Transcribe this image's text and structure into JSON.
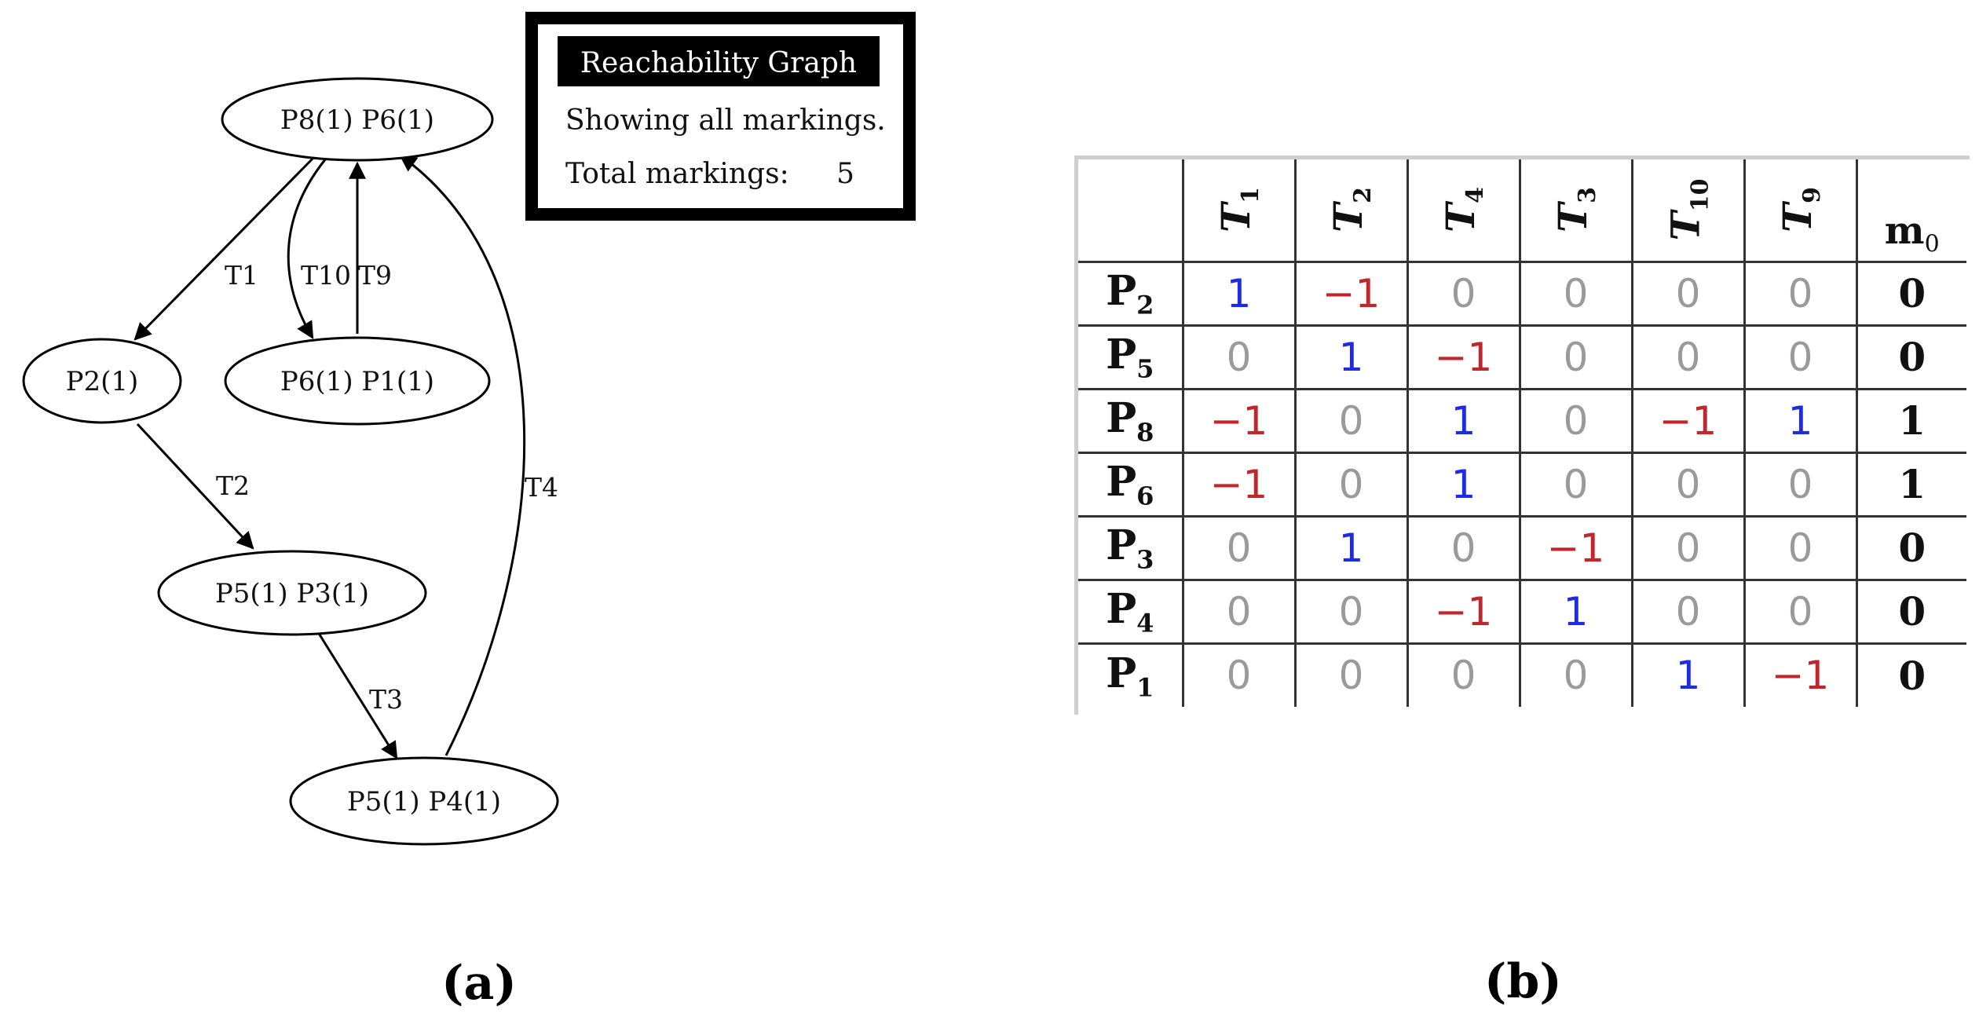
{
  "panel_a": {
    "label": "(a)",
    "info_box": {
      "title": "Reachability Graph",
      "showing": "Showing all markings.",
      "total_label": "Total markings:",
      "total_value": "5"
    },
    "nodes": [
      {
        "id": "n1",
        "label": "P8(1) P6(1)"
      },
      {
        "id": "n2",
        "label": "P2(1)"
      },
      {
        "id": "n3",
        "label": "P6(1) P1(1)"
      },
      {
        "id": "n4",
        "label": "P5(1) P3(1)"
      },
      {
        "id": "n5",
        "label": "P5(1) P4(1)"
      }
    ],
    "edges": [
      {
        "from": "n1",
        "to": "n2",
        "label": "T1"
      },
      {
        "from": "n1",
        "to": "n3",
        "label": "T10"
      },
      {
        "from": "n3",
        "to": "n1",
        "label": "T9"
      },
      {
        "from": "n2",
        "to": "n4",
        "label": "T2"
      },
      {
        "from": "n4",
        "to": "n5",
        "label": "T3"
      },
      {
        "from": "n5",
        "to": "n1",
        "label": "T4"
      }
    ]
  },
  "panel_b": {
    "label": "(b)",
    "columns": [
      {
        "base": "T",
        "sub": "1"
      },
      {
        "base": "T",
        "sub": "2"
      },
      {
        "base": "T",
        "sub": "4"
      },
      {
        "base": "T",
        "sub": "3"
      },
      {
        "base": "T",
        "sub": "10"
      },
      {
        "base": "T",
        "sub": "9"
      }
    ],
    "marking_header": {
      "base": "m",
      "sub": "0"
    },
    "rows": [
      {
        "place": {
          "base": "P",
          "sub": "2"
        },
        "values": [
          "1",
          "−1",
          "0",
          "0",
          "0",
          "0"
        ],
        "m0": "0"
      },
      {
        "place": {
          "base": "P",
          "sub": "5"
        },
        "values": [
          "0",
          "1",
          "−1",
          "0",
          "0",
          "0"
        ],
        "m0": "0"
      },
      {
        "place": {
          "base": "P",
          "sub": "8"
        },
        "values": [
          "−1",
          "0",
          "1",
          "0",
          "−1",
          "1"
        ],
        "m0": "1"
      },
      {
        "place": {
          "base": "P",
          "sub": "6"
        },
        "values": [
          "−1",
          "0",
          "1",
          "0",
          "0",
          "0"
        ],
        "m0": "1"
      },
      {
        "place": {
          "base": "P",
          "sub": "3"
        },
        "values": [
          "0",
          "1",
          "0",
          "−1",
          "0",
          "0"
        ],
        "m0": "0"
      },
      {
        "place": {
          "base": "P",
          "sub": "4"
        },
        "values": [
          "0",
          "0",
          "−1",
          "1",
          "0",
          "0"
        ],
        "m0": "0"
      },
      {
        "place": {
          "base": "P",
          "sub": "1"
        },
        "values": [
          "0",
          "0",
          "0",
          "0",
          "1",
          "−1"
        ],
        "m0": "0"
      }
    ],
    "colors": {
      "positive": "#1e2be6",
      "negative": "#c0262c",
      "zero": "#9a9a9a"
    }
  }
}
